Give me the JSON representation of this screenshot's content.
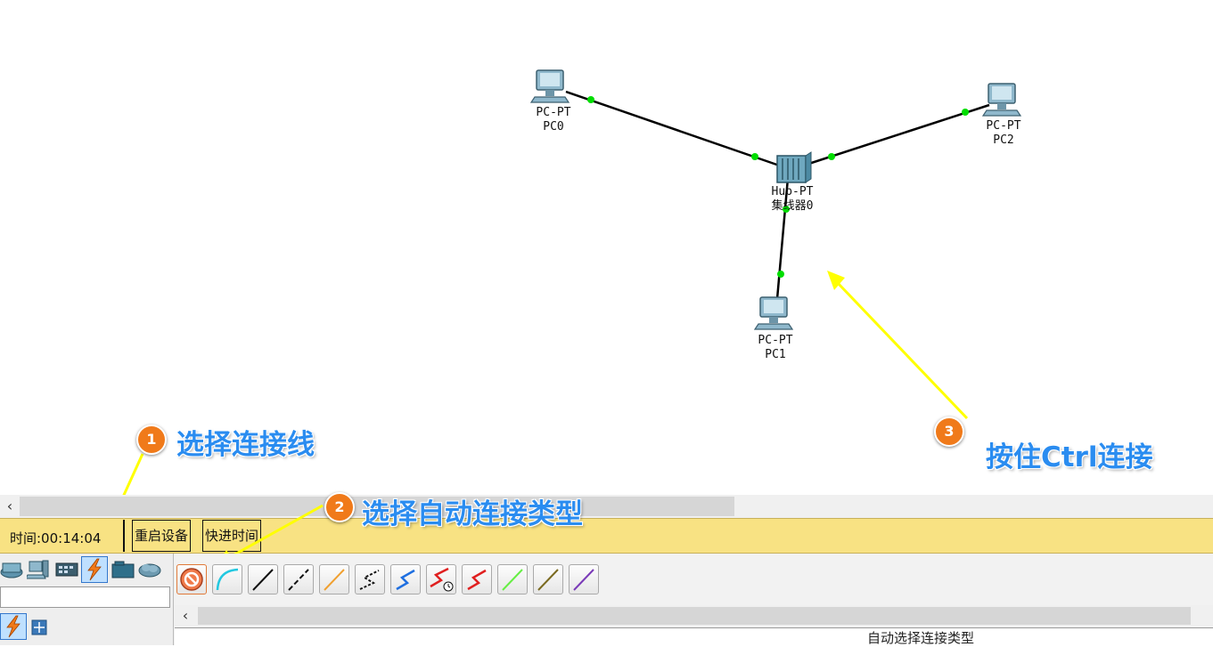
{
  "devices": [
    {
      "id": "pc0",
      "model": "PC-PT",
      "name": "PC0"
    },
    {
      "id": "pc1",
      "model": "PC-PT",
      "name": "PC1"
    },
    {
      "id": "pc2",
      "model": "PC-PT",
      "name": "PC2"
    },
    {
      "id": "hub0",
      "model": "Hub-PT",
      "name": "集线器0"
    }
  ],
  "annotations": {
    "step1": {
      "num": "1",
      "text": "选择连接线"
    },
    "step2": {
      "num": "2",
      "text": "选择自动连接类型"
    },
    "step3": {
      "num": "3",
      "text": "按住Ctrl连接"
    }
  },
  "timebar": {
    "time_label": "时间:00:14:04",
    "restart_label": "重启设备",
    "fast_forward_label": "快进时间"
  },
  "categories": [
    "network-devices",
    "end-devices",
    "components",
    "connections",
    "miscellaneous",
    "multiuser"
  ],
  "connection_types": [
    "自动选择连接类型",
    "console",
    "straight-through",
    "crossover",
    "fiber",
    "phone",
    "coaxial",
    "serial-dce",
    "serial-dte",
    "octal",
    "iot",
    "usb"
  ],
  "status": {
    "selected_type_label": "自动选择连接类型"
  },
  "colors": {
    "timebar": "#f8e283",
    "link": "#000000",
    "port": "#00dd00",
    "annotation_arrow": "#ffff00",
    "annotation_text": "#2a8cf0",
    "badge": "#f07a1a"
  }
}
